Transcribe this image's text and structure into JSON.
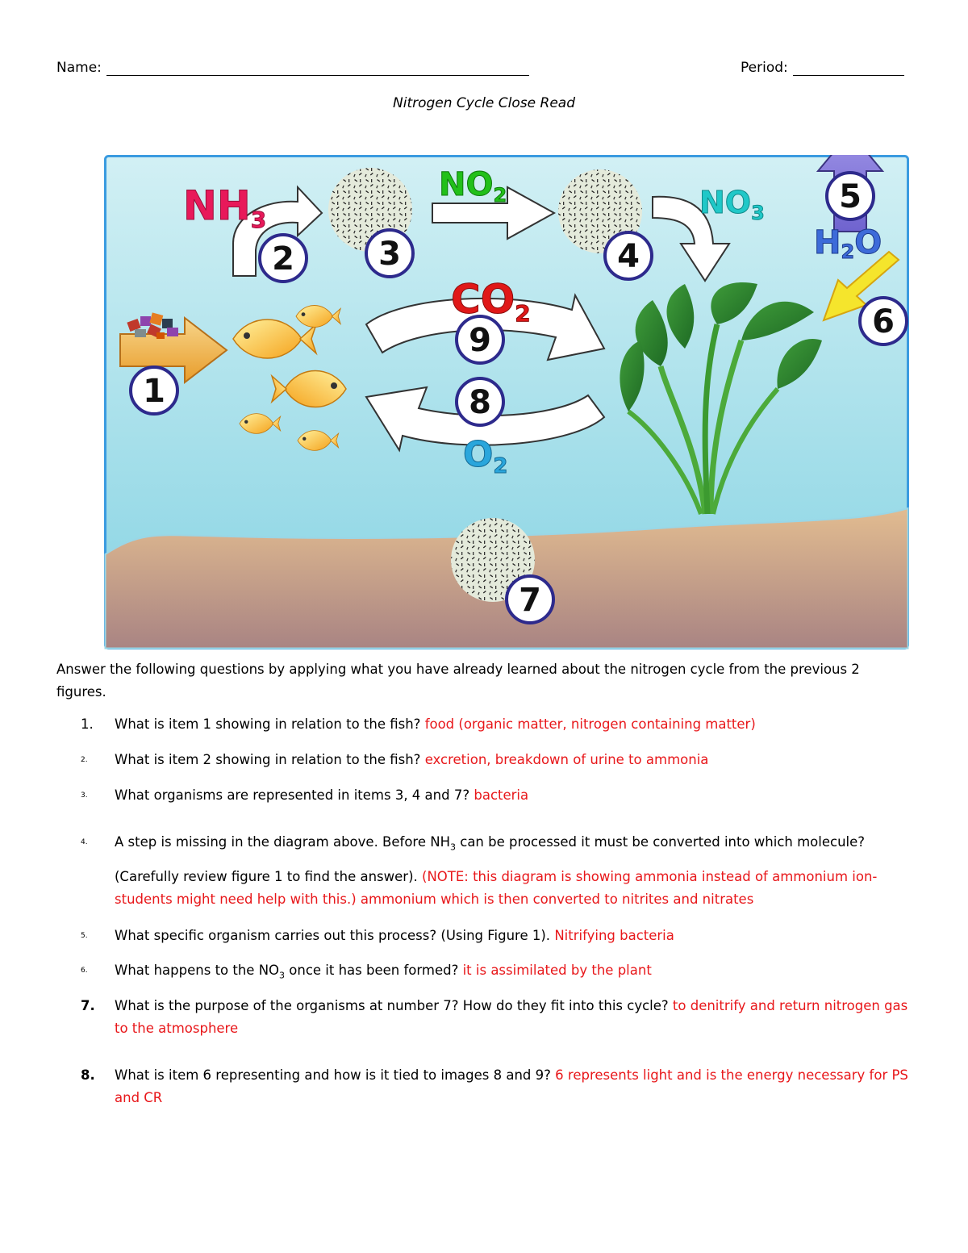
{
  "header": {
    "name_label": "Name:",
    "period_label": "Period:",
    "title": "Nitrogen Cycle Close Read"
  },
  "figure": {
    "molecules": {
      "nh3": "NH",
      "nh3_sub": "3",
      "no2": "NO",
      "no2_sub": "2",
      "no3": "NO",
      "no3_sub": "3",
      "h2o_h": "H",
      "h2o_sub": "2",
      "h2o_o": "O",
      "co2": "CO",
      "co2_sub": "2",
      "o2": "O",
      "o2_sub": "2"
    },
    "badges": [
      "1",
      "2",
      "3",
      "4",
      "5",
      "6",
      "7",
      "8",
      "9"
    ],
    "colors": {
      "water_top": "#cfeef3",
      "water_bottom": "#8fd6e4",
      "border": "#3a9be0",
      "soil_top": "#dfb98f",
      "soil_bottom": "#ad8783",
      "nh3": "#e8195a",
      "no2": "#22c01a",
      "no3": "#20c8c8",
      "h2o": "#3d6bd9",
      "co2": "#e01818",
      "o2": "#2aa6dc",
      "badge_ring": "#2d2a8c",
      "arrow_up": "#7b6fd6",
      "light_arrow": "#f3e12a"
    }
  },
  "intro": "Answer the following questions by applying what you have already learned about the nitrogen cycle from the previous 2 figures.",
  "questions": [
    {
      "num": "1.",
      "q": "What is item 1 showing in relation to the fish?",
      "a": "food (organic matter, nitrogen containing matter)"
    },
    {
      "num": "2.",
      "q": "What is item 2 showing in relation to the fish?",
      "a": "excretion, breakdown of urine to ammonia"
    },
    {
      "num": "3.",
      "q": "What organisms are represented in items 3, 4 and 7?",
      "a": "bacteria"
    },
    {
      "num": "4.",
      "q_pre": "A step is missing in the diagram above.  Before NH",
      "q_sub": "3",
      "q_post": " can be processed it must be converted into which molecule?",
      "q2": "(Carefully review figure 1 to find the answer).",
      "a": "(NOTE:  this diagram is showing ammonia instead of ammonium ion-students might need help with this.)  ammonium which is then converted to nitrites and nitrates"
    },
    {
      "num": "5.",
      "q": "What specific organism carries out this process? (Using Figure 1).",
      "a": "Nitrifying bacteria"
    },
    {
      "num": "6.",
      "q_pre": "What happens to the NO",
      "q_sub": "3",
      "q_post": " once it has been formed?",
      "a": "it is assimilated by the plant"
    },
    {
      "num": "7.",
      "q": "What is the purpose of the organisms at number 7?  How do they fit into this cycle?",
      "a": "to denitrify and return nitrogen gas to the atmosphere"
    },
    {
      "num": "8.",
      "q": "What is item 6 representing and how is it tied to images 8 and 9?",
      "a": "6 represents light and is the energy necessary for PS and CR"
    }
  ]
}
